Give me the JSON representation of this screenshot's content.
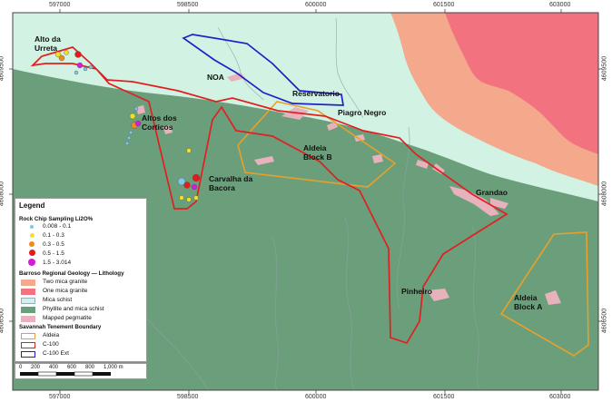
{
  "colors": {
    "phyllite": "#6b9f7b",
    "mica_schist": "#d2f2e3",
    "two_mica_granite": "#f4a88c",
    "one_mica_granite": "#f27280",
    "pegmatite": "#e7b2bc",
    "aldeia": "#e8a02a",
    "c100": "#e02020",
    "c100_ext": "#2020c8",
    "frame": "#444444"
  },
  "x_ticks": [
    "597000",
    "598500",
    "600000",
    "601500",
    "603000"
  ],
  "y_ticks": [
    "4609500",
    "4608000",
    "4606500"
  ],
  "places": {
    "alto_da_urreta": [
      "Alto da",
      "Urreta"
    ],
    "noa": "NOA",
    "reservatorio": "Reservatorio",
    "piagro_negro": "Piagro Negro",
    "altos_dos_corticos": [
      "Altos dos",
      "Corticos"
    ],
    "aldeia_block_b": [
      "Aldeia",
      "Block B"
    ],
    "carvalha_da_bacora": [
      "Carvalha da",
      "Bacora"
    ],
    "grandao": "Grandao",
    "pinheiro": "Pinheiro",
    "aldeia_block_a": [
      "Aldeia",
      "Block A"
    ]
  },
  "legend": {
    "title": "Legend",
    "sampling_title": "Rock Chip Sampling Li2O%",
    "sampling": [
      {
        "label": "0.008 - 0.1",
        "color": "#7ec8e3",
        "size": 4
      },
      {
        "label": "0.1 - 0.3",
        "color": "#f2e21c",
        "size": 5
      },
      {
        "label": "0.3 - 0.5",
        "color": "#f08a1c",
        "size": 6
      },
      {
        "label": "0.5 - 1.5",
        "color": "#e01c1c",
        "size": 7
      },
      {
        "label": "1.5 - 3.014",
        "color": "#d21cd8",
        "size": 8
      }
    ],
    "geology_title": "Barroso Regional Geology — Lithology",
    "geology": [
      {
        "label": "Two mica granite",
        "color": "#f4a88c"
      },
      {
        "label": "One mica granite",
        "color": "#f27280"
      },
      {
        "label": "Mica schist",
        "color": "#d2f2e3"
      },
      {
        "label": "Phyllite and mica schist",
        "color": "#6b9f7b"
      },
      {
        "label": "Mapped pegmatite",
        "color": "#e7b2bc"
      }
    ],
    "tenement_title": "Savannah Tenement Boundary",
    "tenements": [
      {
        "label": "Aldeia",
        "color": "#e8a02a"
      },
      {
        "label": "C-100",
        "color": "#e02020"
      },
      {
        "label": "C-100 Ext",
        "color": "#2020c8"
      }
    ]
  },
  "scale": {
    "labels": [
      "0",
      "200",
      "400",
      "600",
      "800",
      "1,000 m"
    ]
  }
}
